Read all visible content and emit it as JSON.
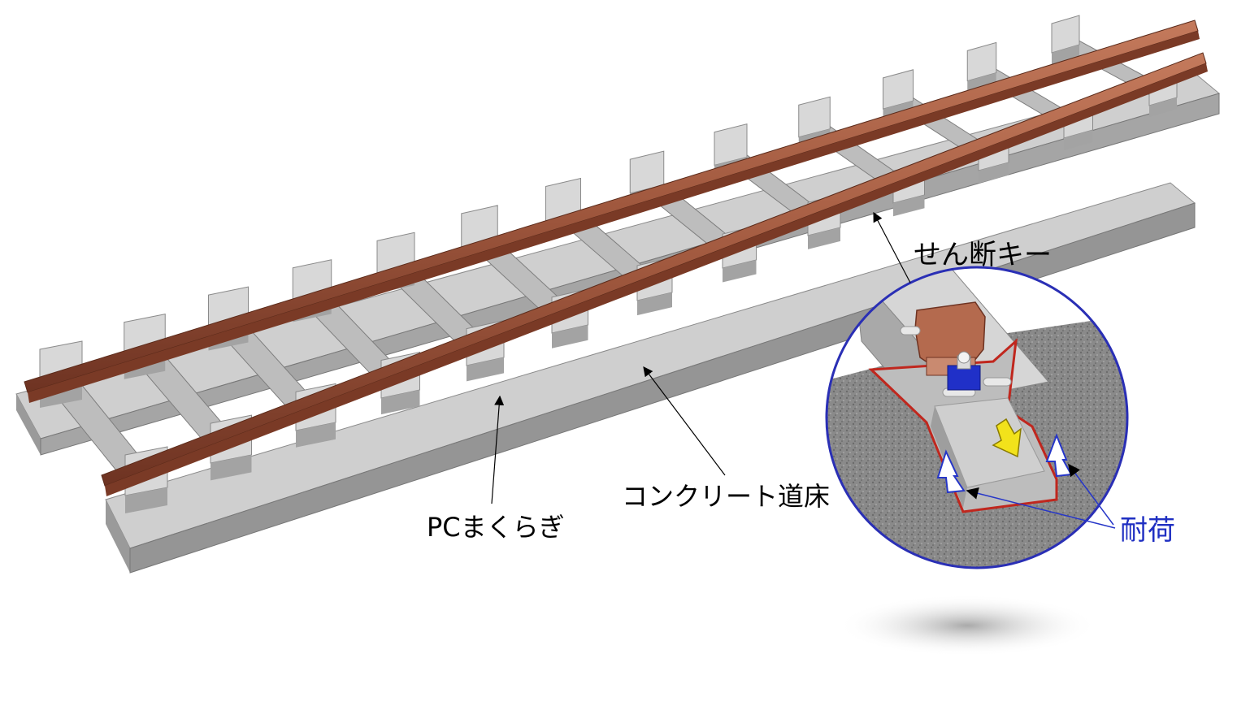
{
  "labels": {
    "shear_key": "せん断キー",
    "pc_sleeper": "PCまくらぎ",
    "concrete_bed": "コンクリート道床",
    "load_resistance": "耐荷"
  },
  "colors": {
    "rail": "#a0583e",
    "rail_dark": "#6e3322",
    "concrete_light": "#d4d4d4",
    "concrete_mid": "#a8a8a8",
    "concrete_dark": "#7e7e7e",
    "circle_border": "#2a2fb5",
    "key_outline": "#c0271e",
    "load_arrow": "#f2e21b",
    "resist_arrow": "#2636c8",
    "label_blue": "#1f2fc2"
  },
  "icons": {
    "load_arrow": "yellow-down-arrow-icon",
    "resist_arrow": "blue-up-arrow-icon",
    "bolt": "bolt-icon"
  }
}
